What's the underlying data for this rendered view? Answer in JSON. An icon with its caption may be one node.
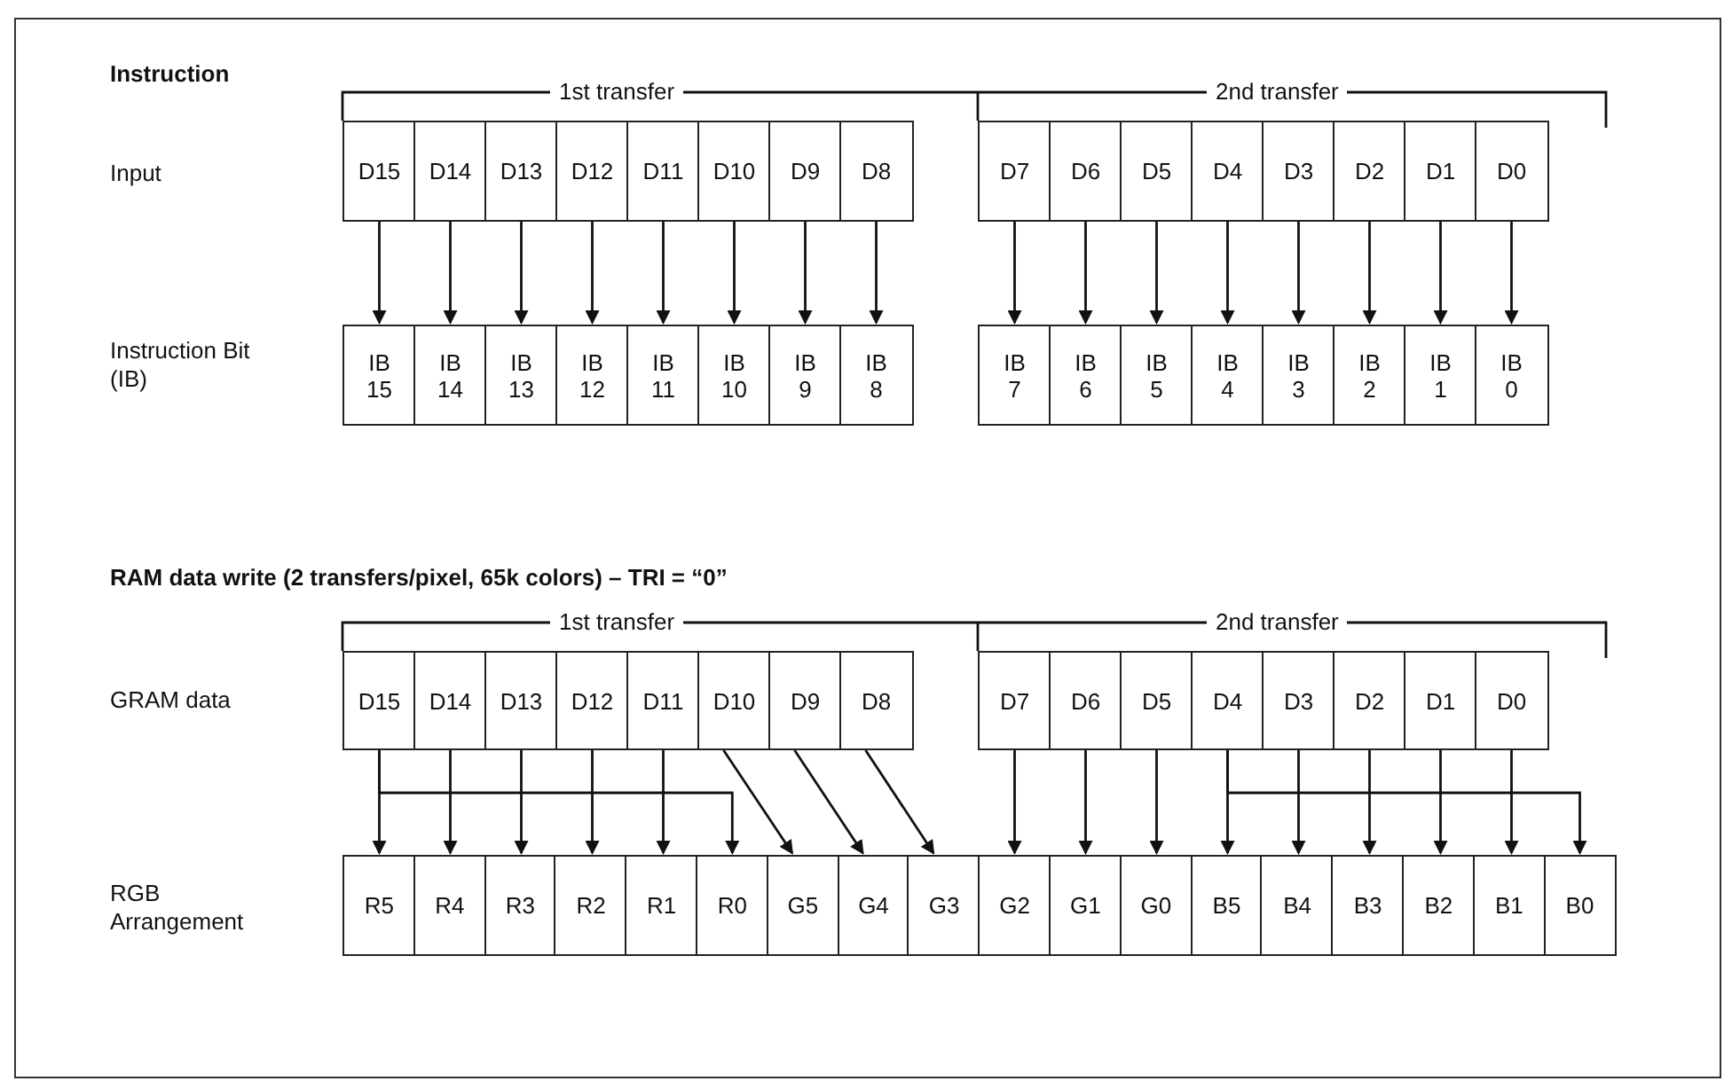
{
  "diagram": {
    "nodes": [
      {
        "text": [
          "D15"
        ]
      },
      {
        "text": [
          "D14"
        ]
      },
      {
        "text": [
          "D13"
        ]
      },
      {
        "text": [
          "D12"
        ]
      },
      {
        "text": [
          "D11"
        ]
      },
      {
        "text": [
          "D10"
        ]
      },
      {
        "text": [
          "D9"
        ]
      },
      {
        "text": [
          "D8"
        ]
      },
      {
        "text": [
          "D7"
        ]
      },
      {
        "text": [
          "D6"
        ]
      },
      {
        "text": [
          "D5"
        ]
      },
      {
        "text": [
          "D4"
        ]
      },
      {
        "text": [
          "D3"
        ]
      },
      {
        "text": [
          "D2"
        ]
      },
      {
        "text": [
          "D1"
        ]
      },
      {
        "text": [
          "D0"
        ]
      },
      {
        "text": [
          "IB 15"
        ]
      },
      {
        "text": [
          "IB 14"
        ]
      },
      {
        "text": [
          "IB 13"
        ]
      },
      {
        "text": [
          "IB 12"
        ]
      },
      {
        "text": [
          "IB 11"
        ]
      },
      {
        "text": [
          "IB 10"
        ]
      },
      {
        "text": [
          "IB 9"
        ]
      },
      {
        "text": [
          "IB 8"
        ]
      },
      {
        "text": [
          "IB 7"
        ]
      },
      {
        "text": [
          "IB 6"
        ]
      },
      {
        "text": [
          "IB 5"
        ]
      },
      {
        "text": [
          "IB 4"
        ]
      },
      {
        "text": [
          "IB 3"
        ]
      },
      {
        "text": [
          "IB 2"
        ]
      },
      {
        "text": [
          "IB 1"
        ]
      },
      {
        "text": [
          "IB 0"
        ]
      },
      {
        "text": [
          "D15"
        ]
      },
      {
        "text": [
          "D14"
        ]
      },
      {
        "text": [
          "D13"
        ]
      },
      {
        "text": [
          "D12"
        ]
      },
      {
        "text": [
          "D11"
        ]
      },
      {
        "text": [
          "D10"
        ]
      },
      {
        "text": [
          "D9"
        ]
      },
      {
        "text": [
          "D8"
        ]
      },
      {
        "text": [
          "D7"
        ]
      },
      {
        "text": [
          "D6"
        ]
      },
      {
        "text": [
          "D5"
        ]
      },
      {
        "text": [
          "D4"
        ]
      },
      {
        "text": [
          "D3"
        ]
      },
      {
        "text": [
          "D2"
        ]
      },
      {
        "text": [
          "D1"
        ]
      },
      {
        "text": [
          "D0"
        ]
      },
      {
        "text": [
          "R5"
        ]
      },
      {
        "text": [
          "R4"
        ]
      },
      {
        "text": [
          "R3"
        ]
      },
      {
        "text": [
          "R2"
        ]
      },
      {
        "text": [
          "R1"
        ]
      },
      {
        "text": [
          "R0"
        ]
      },
      {
        "text": [
          "G5"
        ]
      },
      {
        "text": [
          "G4"
        ]
      },
      {
        "text": [
          "G3"
        ]
      },
      {
        "text": [
          "G2"
        ]
      },
      {
        "text": [
          "G1"
        ]
      },
      {
        "text": [
          "G0"
        ]
      },
      {
        "text": [
          "B5"
        ]
      },
      {
        "text": [
          "B4"
        ]
      },
      {
        "text": [
          "B3"
        ]
      },
      {
        "text": [
          "B2"
        ]
      },
      {
        "text": [
          "B1"
        ]
      },
      {
        "text": [
          "B0"
        ]
      }
    ],
    "edges": [
      {
        "from": 0,
        "to": 16,
        "arrow": "to"
      },
      {
        "from": 1,
        "to": 17,
        "arrow": "to"
      },
      {
        "from": 2,
        "to": 18,
        "arrow": "to"
      },
      {
        "from": 3,
        "to": 19,
        "arrow": "to"
      },
      {
        "from": 4,
        "to": 20,
        "arrow": "to"
      },
      {
        "from": 5,
        "to": 21,
        "arrow": "to"
      },
      {
        "from": 6,
        "to": 22,
        "arrow": "to"
      },
      {
        "from": 7,
        "to": 23,
        "arrow": "to"
      },
      {
        "from": 8,
        "to": 24,
        "arrow": "to"
      },
      {
        "from": 9,
        "to": 25,
        "arrow": "to"
      },
      {
        "from": 10,
        "to": 26,
        "arrow": "to"
      },
      {
        "from": 11,
        "to": 27,
        "arrow": "to"
      },
      {
        "from": 12,
        "to": 28,
        "arrow": "to"
      },
      {
        "from": 13,
        "to": 29,
        "arrow": "to"
      },
      {
        "from": 14,
        "to": 30,
        "arrow": "to"
      },
      {
        "from": 15,
        "to": 31,
        "arrow": "to"
      },
      {
        "from": 32,
        "to": 48,
        "arrow": "to"
      },
      {
        "from": 33,
        "to": 49,
        "arrow": "to"
      },
      {
        "from": 34,
        "to": 50,
        "arrow": "to"
      },
      {
        "from": 35,
        "to": 51,
        "arrow": "to"
      },
      {
        "from": 36,
        "to": 52,
        "arrow": "to"
      },
      {
        "from": 32,
        "to": 53,
        "arrow": "to"
      },
      {
        "from": 37,
        "to": 54,
        "arrow": "to"
      },
      {
        "from": 38,
        "to": 55,
        "arrow": "to"
      },
      {
        "from": 39,
        "to": 56,
        "arrow": "to"
      },
      {
        "from": 40,
        "to": 57,
        "arrow": "to"
      },
      {
        "from": 41,
        "to": 58,
        "arrow": "to"
      },
      {
        "from": 42,
        "to": 59,
        "arrow": "to"
      },
      {
        "from": 43,
        "to": 60,
        "arrow": "to"
      },
      {
        "from": 44,
        "to": 61,
        "arrow": "to"
      },
      {
        "from": 45,
        "to": 62,
        "arrow": "to"
      },
      {
        "from": 46,
        "to": 63,
        "arrow": "to"
      },
      {
        "from": 47,
        "to": 64,
        "arrow": "to"
      },
      {
        "from": 43,
        "to": 65,
        "arrow": "to"
      }
    ],
    "labels": [
      "Instruction",
      "1st transfer",
      "2nd transfer",
      "Input",
      "Instruction Bit (IB)",
      "RAM data write (2 transfers/pixel, 65k colors) – TRI = “0”",
      "1st transfer",
      "2nd transfer",
      "GRAM data",
      "RGB Arrangement"
    ]
  }
}
